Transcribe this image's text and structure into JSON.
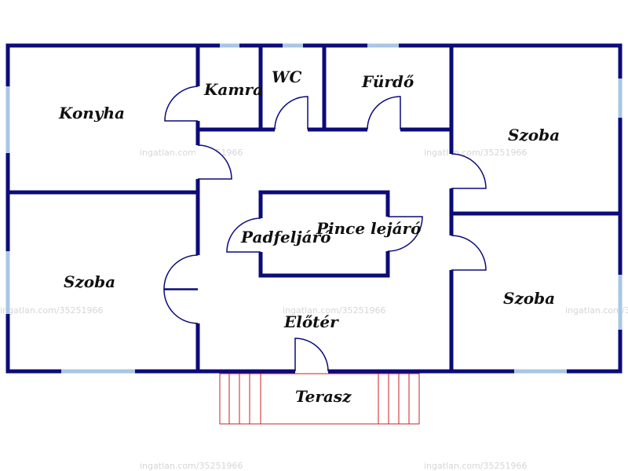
{
  "rooms": {
    "konyha": "Konyha",
    "kamra": "Kamra",
    "wc": "WC",
    "furdo": "Fürdő",
    "szoba_top_right": "Szoba",
    "szoba_left": "Szoba",
    "szoba_bottom_right": "Szoba",
    "padfeljaro": "Padfeljáró",
    "pince": "Pince lejáró",
    "eloter": "Előtér",
    "terasz": "Terasz"
  },
  "watermark": "ingatlan.com/35251966",
  "colors": {
    "wall": "#0b0b7a",
    "window": "#a9c6e6",
    "stairs": "#cc2222"
  }
}
